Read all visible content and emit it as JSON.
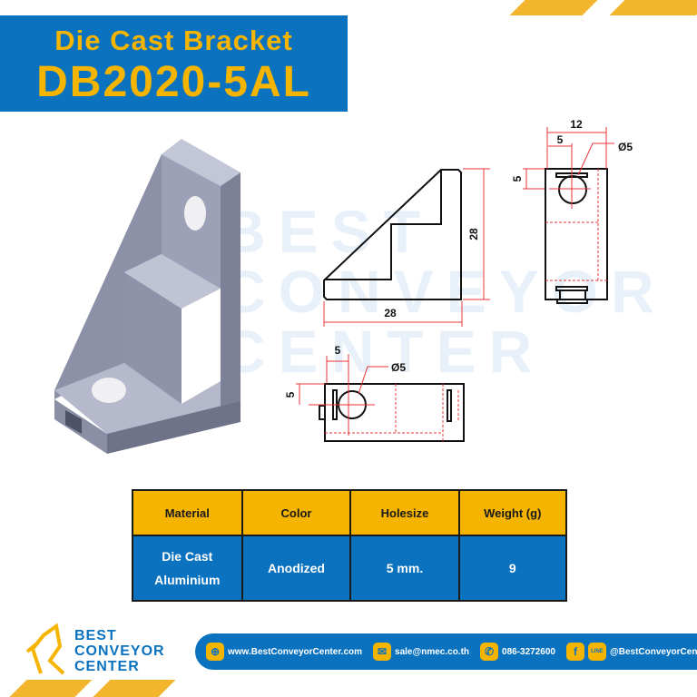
{
  "header": {
    "title": "Die Cast Bracket",
    "model": "DB2020-5AL"
  },
  "watermark": [
    "BEST",
    "CONVEYOR",
    "CENTER"
  ],
  "drawing": {
    "side_view": {
      "width": "28",
      "height": "28"
    },
    "front_view": {
      "width": "12",
      "hole_offset_x": "5",
      "hole_offset_y": "5",
      "hole_diameter": "Ø5"
    },
    "bottom_view": {
      "hole_offset_x": "5",
      "hole_offset_y": "5",
      "hole_diameter": "Ø5"
    }
  },
  "spec_table": {
    "headers": [
      "Material",
      "Color",
      "Holesize",
      "Weight (g)"
    ],
    "values": [
      [
        "Die Cast",
        "Aluminium"
      ],
      [
        "Anodized"
      ],
      [
        "5 mm."
      ],
      [
        "9"
      ]
    ]
  },
  "footer": {
    "logo": [
      "BEST",
      "CONVEYOR",
      "CENTER"
    ],
    "website": "www.BestConveyorCenter.com",
    "email": "sale@nmec.co.th",
    "phone": "086-3272600",
    "social": "@BestConveyorCenter",
    "line_label": "LINE",
    "icons": [
      "globe-icon",
      "mail-icon",
      "phone-icon",
      "facebook-icon",
      "line-icon"
    ]
  },
  "colors": {
    "brand_blue": "#0a72bf",
    "brand_yellow": "#f5b400",
    "dimension_red": "#e8333a"
  }
}
